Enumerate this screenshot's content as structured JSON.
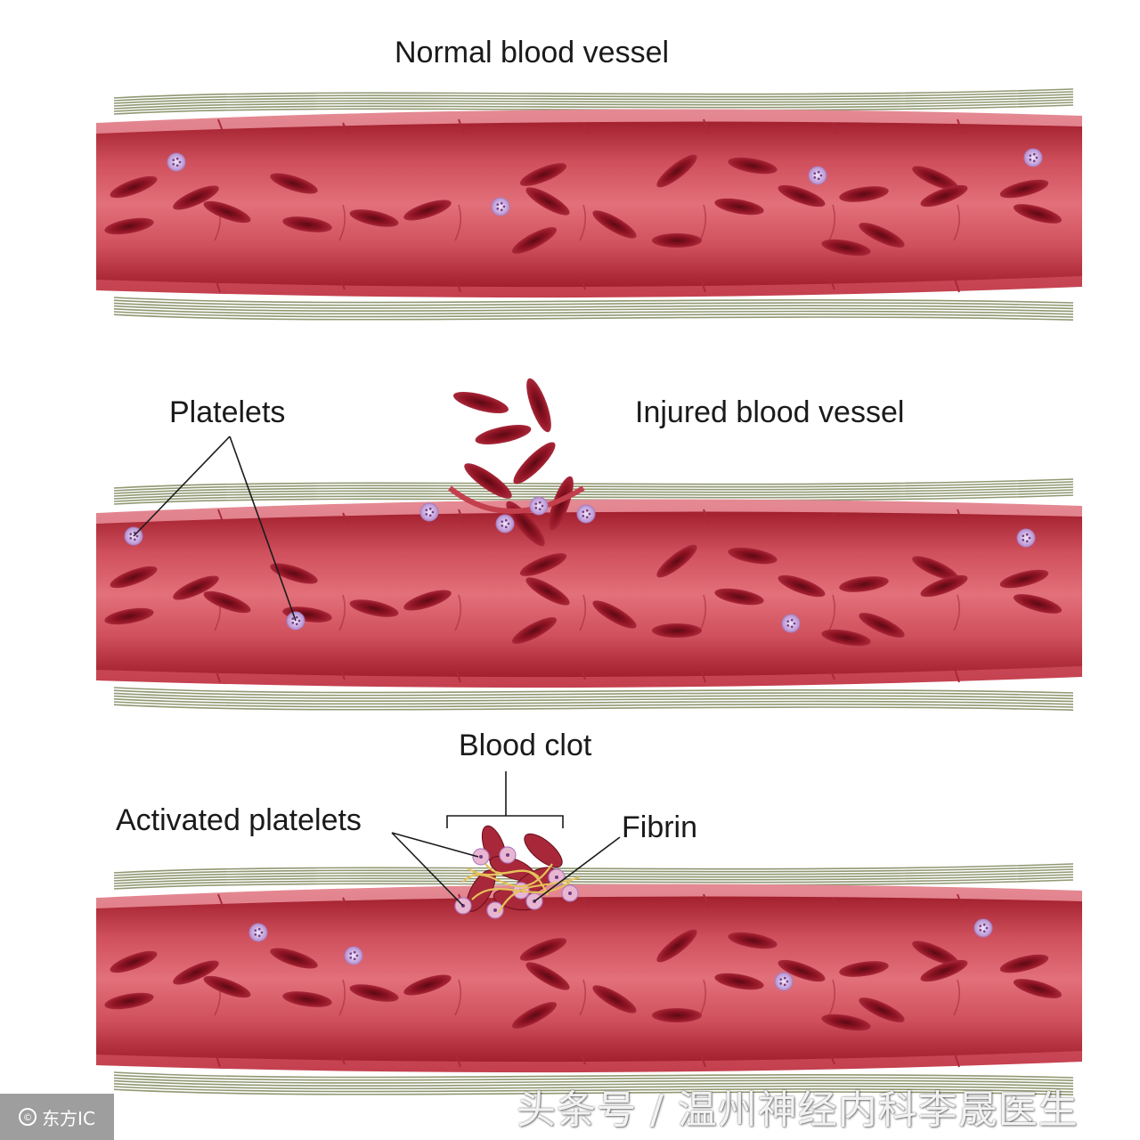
{
  "labels": {
    "normal_vessel": "Normal blood vessel",
    "injured_vessel": "Injured blood vessel",
    "platelets": "Platelets",
    "blood_clot": "Blood clot",
    "activated_platelets": "Activated platelets",
    "fibrin": "Fibrin"
  },
  "watermark": {
    "badge": "东方IC",
    "badge_icon": "©",
    "credit": "头条号 / 温州神经内科李晟医生"
  },
  "colors": {
    "vessel_fill": "#c8404f",
    "vessel_inner": "#e2707a",
    "vessel_wall": "#d55563",
    "rbc": "#8e1323",
    "rbc_dark": "#5c0a14",
    "platelet": "#c9a7dc",
    "platelet_dot": "#6f3d86",
    "adventitia": "#7d8659",
    "fibrin": "#e5c25a",
    "text": "#1a1a1a"
  }
}
